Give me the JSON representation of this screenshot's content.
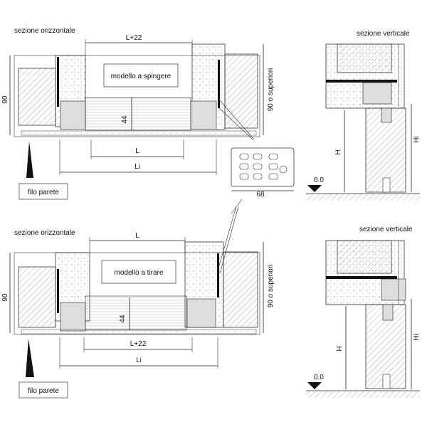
{
  "top": {
    "section_h": "sezione orizzontale",
    "section_v": "sezione verticale",
    "model": "modello a spingere",
    "dim_top": "L+22",
    "dim_L": "L",
    "dim_Li": "Li",
    "dim_44": "44",
    "dim_90": "90",
    "dim_90_sup": "90 o superiori",
    "dim_68": "68",
    "filo": "filo parete",
    "zero": "0.0",
    "H": "H",
    "Hi": "Hi"
  },
  "bottom": {
    "section_h": "sezione orizzontale",
    "section_v": "sezione verticale",
    "model": "modello a tirare",
    "dim_top": "L",
    "dim_L22": "L+22",
    "dim_Li": "Li",
    "dim_44": "44",
    "dim_90": "90",
    "dim_90_sup": "90 o superiori",
    "filo": "filo parete",
    "zero": "0.0",
    "H": "H",
    "Hi": "Hi"
  }
}
